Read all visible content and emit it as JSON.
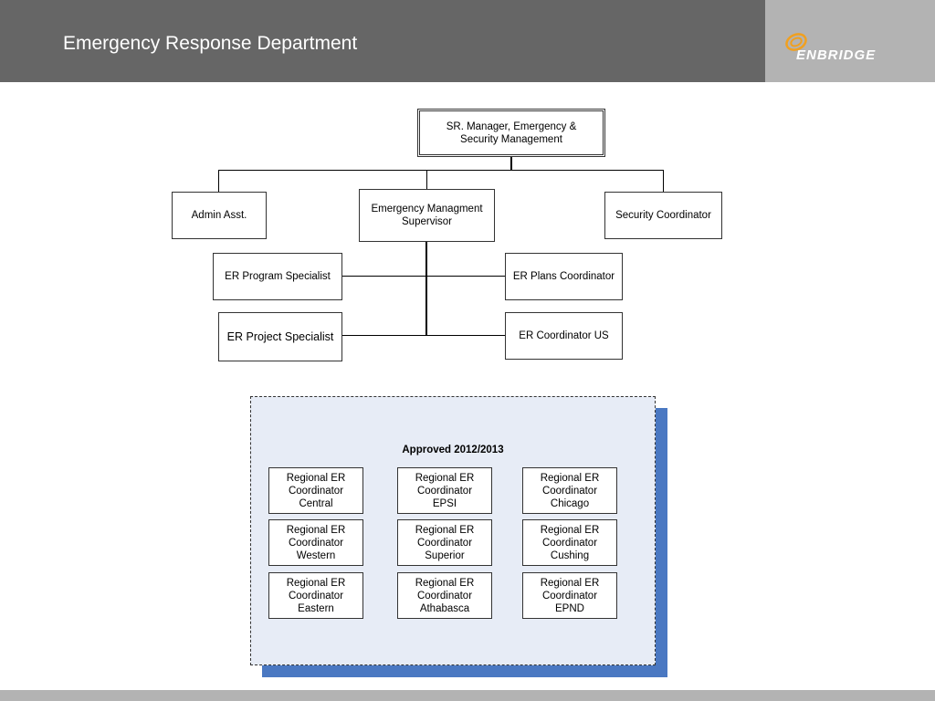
{
  "header": {
    "title": "Emergency Response Department",
    "logo_text": "ENBRIDGE",
    "background_color": "#666666"
  },
  "org_chart": {
    "top": "SR. Manager, Emergency &\nSecurity Management",
    "admin": "Admin Asst.",
    "supervisor": "Emergency Managment\nSupervisor",
    "security": "Security Coordinator",
    "program_specialist": "ER Program Specialist",
    "project_specialist": "ER Project Specialist",
    "plans_coordinator": "ER Plans Coordinator",
    "coordinator_us": "ER Coordinator US"
  },
  "approved": {
    "title": "Approved 2012/2013",
    "accent_color": "#4a78c2",
    "regional": [
      "Regional ER\nCoordinator\nCentral",
      "Regional ER\nCoordinator\nEPSI",
      "Regional ER\nCoordinator\nChicago",
      "Regional ER\nCoordinator\nWestern",
      "Regional ER\nCoordinator\nSuperior",
      "Regional ER\nCoordinator\nCushing",
      "Regional ER\nCoordinator\nEastern",
      "Regional ER\nCoordinator\nAthabasca",
      "Regional ER\nCoordinator\nEPND"
    ]
  }
}
